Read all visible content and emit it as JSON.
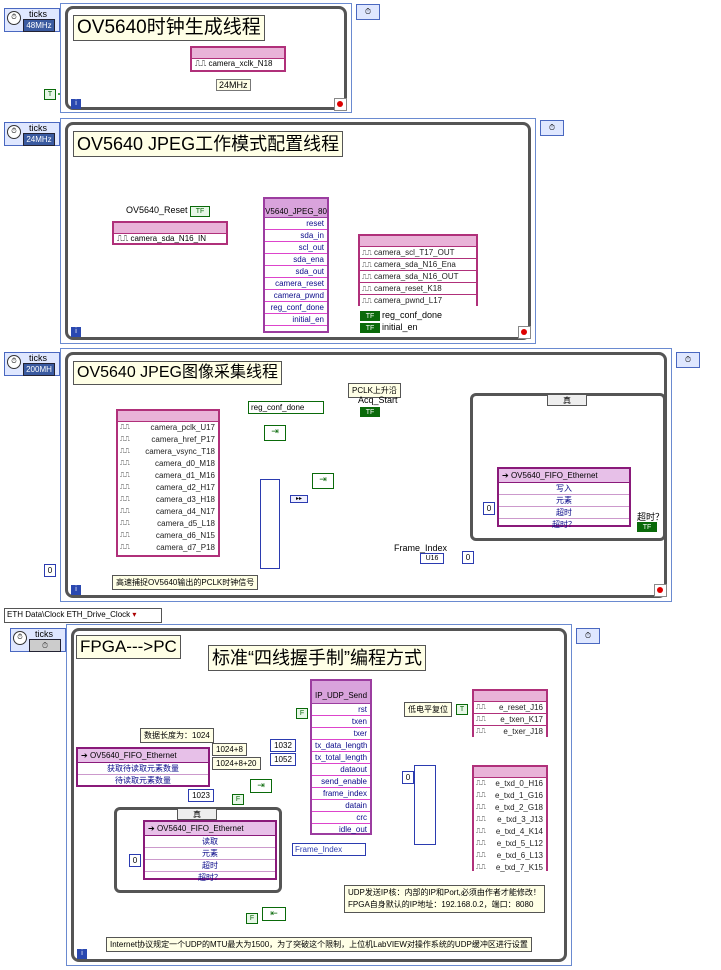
{
  "loop1": {
    "ticks_label": "ticks",
    "rate": "48MHz",
    "title": "OV5640时钟生成线程",
    "io": "camera_xclk_N18",
    "freq_label": "24MHz",
    "bool_true": "T"
  },
  "loop2": {
    "ticks_label": "ticks",
    "rate": "24MHz",
    "title": "OV5640 JPEG工作模式配置线程",
    "reset_label": "OV5640_Reset",
    "reset_const": "TF",
    "sda_in": "camera_sda_N16_IN",
    "subvi_title": "V5640_JPEG_80",
    "subvi_pins": [
      "reset",
      "sda_in",
      "scl_out",
      "sda_ena",
      "sda_out",
      "camera_reset",
      "camera_pwnd",
      "reg_conf_done",
      "initial_en"
    ],
    "outputs": [
      "camera_scl_T17_OUT",
      "camera_sda_N16_Ena",
      "camera_sda_N16_OUT",
      "camera_reset_K18",
      "camera_pwnd_L17"
    ],
    "reg_conf_done": "reg_conf_done",
    "initial_en": "initial_en",
    "ind": "TF"
  },
  "loop3": {
    "ticks_label": "ticks",
    "rate": "200MH",
    "title": "OV5640 JPEG图像采集线程",
    "pclk_label": "PCLK上升沿",
    "acq_start": "Acq_Start",
    "reg_conf_done": "reg_conf_done",
    "inputs": [
      "camera_pclk_U17",
      "camera_href_P17",
      "camera_vsync_T18",
      "camera_d0_M18",
      "camera_d1_M16",
      "camera_d2_H17",
      "camera_d3_H18",
      "camera_d4_N17",
      "camera_d5_L18",
      "camera_d6_N15",
      "camera_d7_P18"
    ],
    "case_label": "真",
    "fifo_title": "OV5640_FIFO_Ethernet",
    "fifo_rows": [
      "写入",
      "元素",
      "超时",
      "超时？"
    ],
    "timeout_label": "超时？",
    "frame_index": "Frame_Index",
    "frame_type": "U16",
    "const_zero": "0",
    "comment": "高速捕捉OV5640输出的PCLK时钟信号",
    "ind": "TF"
  },
  "clock_dropdown": "ETH Data\\Clock ETH_Drive_Clock",
  "loop4": {
    "ticks_label": "ticks",
    "label_fpga": "FPGA--->PC",
    "title": "标准“四线握手制”编程方式",
    "subvi_title": "IP_UDP_Send",
    "subvi_pins": [
      "rst",
      "txen",
      "txer",
      "tx_data_length",
      "tx_total_length",
      "dataout",
      "send_enable",
      "frame_index",
      "datain",
      "crc",
      "idle_out"
    ],
    "low_reset": "低电平复位",
    "outputs_top": [
      "e_reset_J16",
      "e_txen_K17",
      "e_txer_J18"
    ],
    "outputs_bottom": [
      "e_txd_0_H16",
      "e_txd_1_G16",
      "e_txd_2_G18",
      "e_txd_3_J13",
      "e_txd_4_K14",
      "e_txd_5_L12",
      "e_txd_6_L13",
      "e_txd_7_K15"
    ],
    "data_len_label": "数据长度为：1024",
    "expr1": "1024+8",
    "expr2": "1024+8+20",
    "c1032": "1032",
    "c1052": "1052",
    "c1023": "1023",
    "fifo_title": "OV5640_FIFO_Ethernet",
    "fifo_rows_top": [
      "获取待读取元素数量",
      "待读取元素数量"
    ],
    "case_label": "真",
    "fifo_rows_inner": [
      "读取",
      "元素",
      "超时",
      "超时？"
    ],
    "frame_index": "Frame_Index",
    "const_zero": "0",
    "note_line1": "UDP发送IP核：内部的IP和Port,必须由作者才能修改！",
    "note_line2": "FPGA自身默认的IP地址：192.168.0.2，端口：8080",
    "bottom_comment": "Internet协议规定一个UDP的MTU最大为1500，为了突破这个限制，上位机LabVIEW对操作系统的UDP缓冲区进行设置",
    "f_label": "F"
  },
  "colors": {
    "wire_bool": "#0a8a0a",
    "wire_num": "#2b3bb0",
    "wire_fixed": "#6a8a9a",
    "node_border": "#b0307a"
  }
}
